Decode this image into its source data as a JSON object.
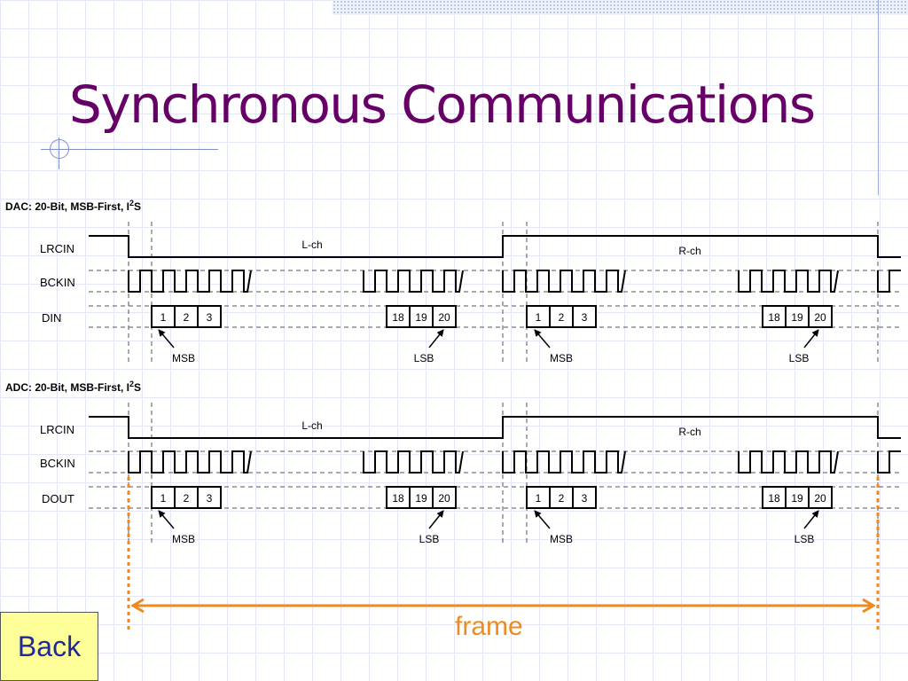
{
  "slide": {
    "title": "Synchronous Communications",
    "back_label": "Back",
    "frame_label": "frame"
  },
  "colors": {
    "title": "#660066",
    "accent": "#ee8a1f",
    "back_fill": "#ffff99",
    "back_text": "#1f2a9a",
    "signal": "#000000",
    "guide": "#555555"
  },
  "diagram": {
    "panels": [
      {
        "id": "dac",
        "heading": "DAC: 20-Bit, MSB-First, I",
        "heading_sup": "2",
        "heading_tail": "S",
        "signals": [
          "LRCIN",
          "BCKIN",
          "DIN"
        ],
        "left_channel": "L-ch",
        "right_channel": "R-ch",
        "first_bits": [
          "1",
          "2",
          "3"
        ],
        "last_bits": [
          "18",
          "19",
          "20"
        ],
        "msb_label": "MSB",
        "lsb_label": "LSB"
      },
      {
        "id": "adc",
        "heading": "ADC: 20-Bit, MSB-First, I",
        "heading_sup": "2",
        "heading_tail": "S",
        "signals": [
          "LRCIN",
          "BCKIN",
          "DOUT"
        ],
        "left_channel": "L-ch",
        "right_channel": "R-ch",
        "first_bits": [
          "1",
          "2",
          "3"
        ],
        "last_bits": [
          "18",
          "19",
          "20"
        ],
        "msb_label": "MSB",
        "lsb_label": "LSB"
      }
    ]
  }
}
